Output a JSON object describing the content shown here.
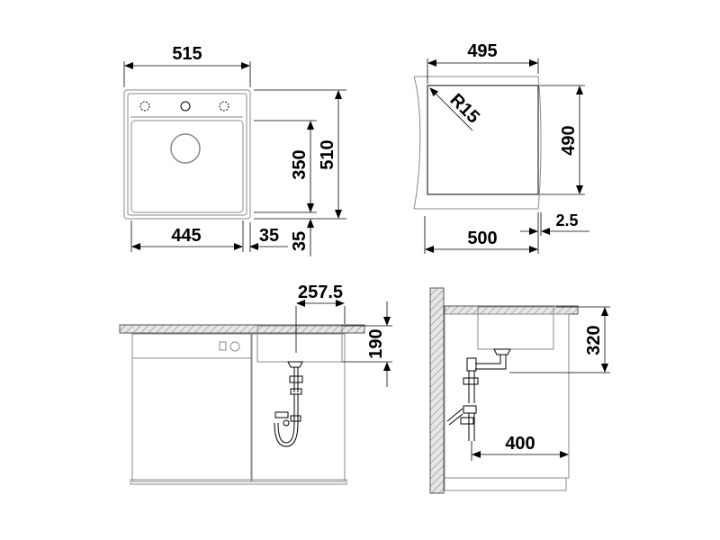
{
  "top_view": {
    "overall_width": "515",
    "overall_height": "510",
    "bowl_height": "350",
    "bowl_width": "445",
    "offset_right": "35",
    "offset_bottom": "35"
  },
  "cutout_view": {
    "width": "495",
    "radius": "R15",
    "height": "490",
    "cabinet_width": "500",
    "gap": "2.5"
  },
  "front_view": {
    "drain_offset": "257.5",
    "depth": "190"
  },
  "side_view": {
    "bowl_depth": "320",
    "drain_distance": "400"
  }
}
